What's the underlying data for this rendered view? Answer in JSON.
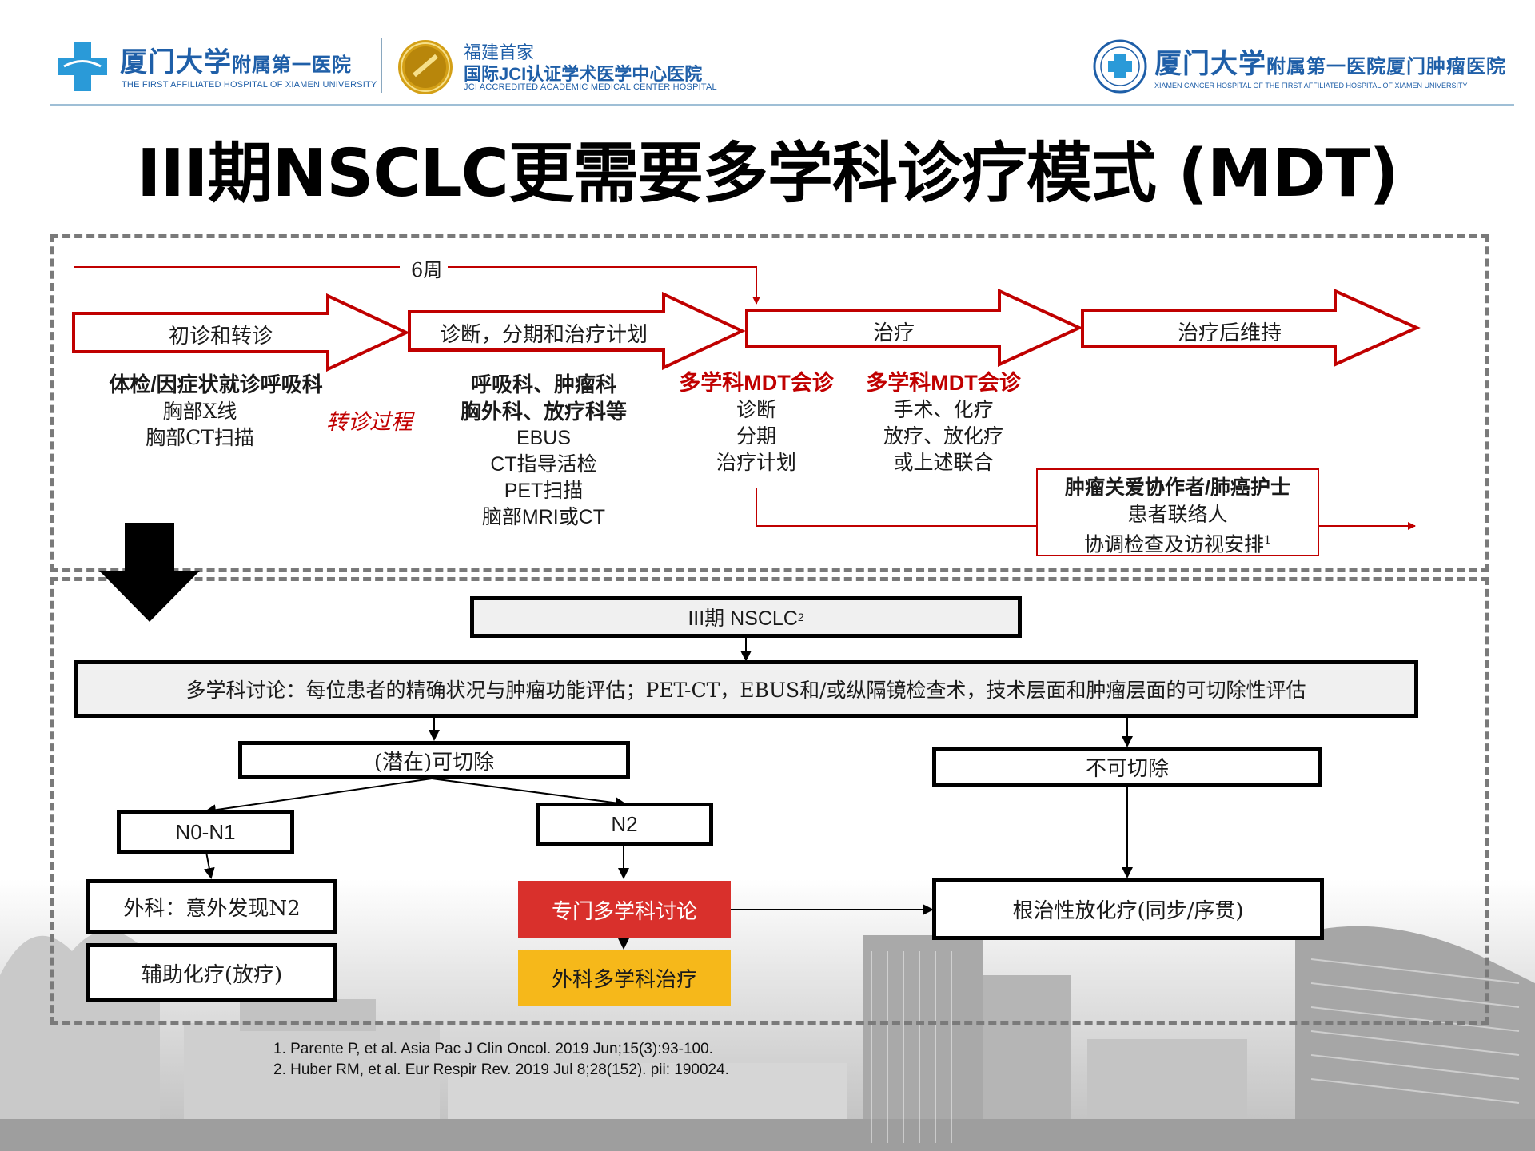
{
  "header": {
    "left_logo": {
      "cn": "厦门大学",
      "cn_suffix": "附属第一医院",
      "en": "THE FIRST AFFILIATED HOSPITAL OF XIAMEN UNIVERSITY"
    },
    "jci_logo": {
      "line1": "福建首家",
      "line2": "国际JCI认证学术医学中心医院",
      "en": "JCI ACCREDITED ACADEMIC MEDICAL CENTER HOSPITAL"
    },
    "right_logo": {
      "cn": "厦门大学",
      "cn_suffix": "附属第一医院厦门肿瘤医院",
      "en": "XIAMEN CANCER HOSPITAL OF THE FIRST AFFILIATED HOSPITAL OF XIAMEN UNIVERSITY"
    }
  },
  "title": "III期NSCLC更需要多学科诊疗模式 (MDT)",
  "timeline": {
    "weeks_label": "6周",
    "arrows": [
      "初诊和转诊",
      "诊断，分期和治疗计划",
      "治疗",
      "治疗后维持"
    ],
    "col1": {
      "bold": "体检/因症状就诊呼吸科",
      "lines": [
        "胸部X线",
        "胸部CT扫描"
      ]
    },
    "referral": "转诊过程",
    "col2": {
      "bold": [
        "呼吸科、肿瘤科",
        "胸外科、放疗科等"
      ],
      "lines": [
        "EBUS",
        "CT指导活检",
        "PET扫描",
        "脑部MRI或CT"
      ]
    },
    "col3": {
      "heading": "多学科MDT会诊",
      "lines": [
        "诊断",
        "分期",
        "治疗计划"
      ]
    },
    "col4": {
      "heading": "多学科MDT会诊",
      "lines": [
        "手术、化疗",
        "放疗、放化疗",
        "或上述联合"
      ]
    },
    "nurse_box": {
      "bold": "肿瘤关爱协作者/肺癌护士",
      "line1": "患者联络人",
      "line2": "协调检查及访视安排",
      "sup": "1"
    }
  },
  "flow": {
    "stage": "III期 NSCLC",
    "stage_sup": "2",
    "discussion": "多学科讨论：每位患者的精确状况与肿瘤功能评估；PET-CT，EBUS和/或纵隔镜检查术，技术层面和肿瘤层面的可切除性评估",
    "resectable": "(潜在)可切除",
    "unresectable": "不可切除",
    "n0n1": "N0-N1",
    "n2": "N2",
    "surgery": "外科：意外发现N2",
    "adjuvant": "辅助化疗(放疗)",
    "special_mdt": "专门多学科讨论",
    "surgical_mdt": "外科多学科治疗",
    "radical": "根治性放化疗(同步/序贯)"
  },
  "colors": {
    "dark_red": "#c00000",
    "special_red": "#d9302c",
    "amber": "#f6b81a",
    "box_fill": "#f0f0f0"
  },
  "references": [
    "1. Parente P, et al. Asia Pac J Clin Oncol. 2019 Jun;15(3):93-100.",
    "2. Huber RM, et al. Eur Respir Rev. 2019 Jul 8;28(152). pii: 190024."
  ]
}
